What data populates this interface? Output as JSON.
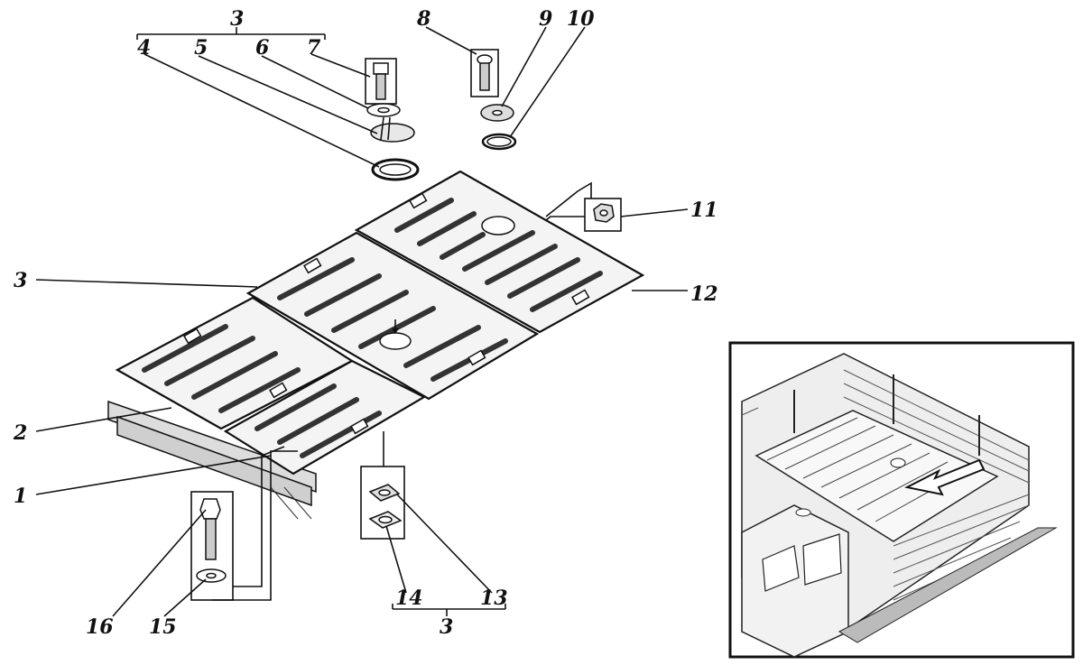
{
  "labels": {
    "n1": "1",
    "n2": "2",
    "n3_top": "3",
    "n3_left": "3",
    "n3_bottom": "3",
    "n4": "4",
    "n5": "5",
    "n6": "6",
    "n7": "7",
    "n8": "8",
    "n9": "9",
    "n10": "10",
    "n11": "11",
    "n12": "12",
    "n13": "13",
    "n14": "14",
    "n15": "15",
    "n16": "16"
  }
}
